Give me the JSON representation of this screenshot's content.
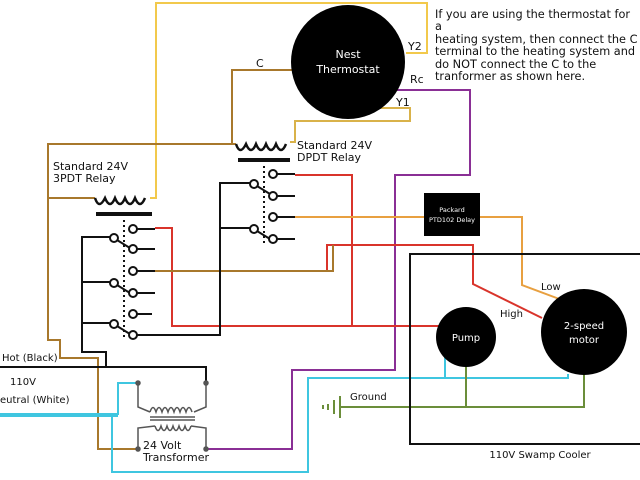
{
  "diagram": {
    "title": "Nest Thermostat Swamp Cooler Wiring",
    "note": "If you are using the thermostat for a\nheating system, then connect the C\nterminal to the heating system and\ndo NOT connect the C to the\ntranformer as shown here.",
    "thermostat": {
      "label_line1": "Nest",
      "label_line2": "Thermostat",
      "terminals": {
        "c": "C",
        "y1": "Y1",
        "y2": "Y2",
        "rc": "Rc"
      }
    },
    "relay_3pdt": {
      "line1": "Standard 24V",
      "line2": "3PDT Relay"
    },
    "relay_dpdt": {
      "line1": "Standard 24V",
      "line2": "DPDT Relay"
    },
    "delay": {
      "line1": "Packard",
      "line2": "PTD102 Delay"
    },
    "transformer": {
      "line1": "24 Volt",
      "line2": "Transformer"
    },
    "supply": {
      "hot": "Hot (Black)",
      "voltage": "110V",
      "neutral": "eutral (White)"
    },
    "cooler": {
      "label": "110V Swamp Cooler",
      "pump": "Pump",
      "motor_line1": "2-speed",
      "motor_line2": "motor",
      "low": "Low",
      "high": "High",
      "ground": "Ground"
    },
    "wire_colors": {
      "yellow": "#f2c94c",
      "brown": "#b07a2a",
      "orange": "#e8a040",
      "red": "#d9342b",
      "purple": "#8a2f95",
      "cyan": "#3fc6e0",
      "green": "#6b8e3a",
      "black": "#111111",
      "gray": "#555555"
    }
  }
}
